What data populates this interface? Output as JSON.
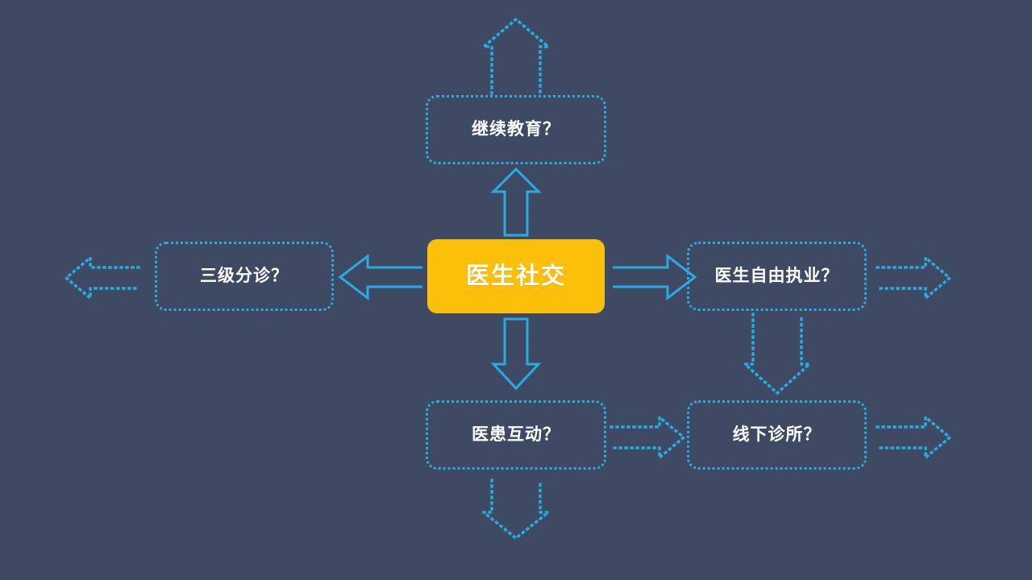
{
  "slide": {
    "background_color": "#3e4a63",
    "accent_color": "#29ABE2",
    "highlight_color": "#FDC00A",
    "text_color": "#ffffff"
  },
  "nodes": {
    "center": {
      "label": "医生社交",
      "style": "filled-orange"
    },
    "top": {
      "label": "继续教育？",
      "style": "dotted-outline"
    },
    "left": {
      "label": "三级分诊？",
      "style": "dotted-outline"
    },
    "right": {
      "label": "医生自由执业？",
      "style": "dotted-outline"
    },
    "bottom": {
      "label": "医患互动？",
      "style": "dotted-outline"
    },
    "bottom_right": {
      "label": "线下诊所？",
      "style": "dotted-outline"
    }
  },
  "arrows": [
    {
      "name": "center-to-top",
      "direction": "up",
      "style": "solid"
    },
    {
      "name": "top-outward",
      "direction": "up",
      "style": "dotted"
    },
    {
      "name": "center-to-left",
      "direction": "left",
      "style": "solid"
    },
    {
      "name": "left-outward",
      "direction": "left",
      "style": "dotted"
    },
    {
      "name": "center-to-right",
      "direction": "right",
      "style": "solid"
    },
    {
      "name": "right-outward",
      "direction": "right",
      "style": "dotted"
    },
    {
      "name": "center-to-bottom",
      "direction": "down",
      "style": "solid"
    },
    {
      "name": "bottom-outward",
      "direction": "down",
      "style": "dotted"
    },
    {
      "name": "right-to-bottom-right",
      "direction": "down",
      "style": "dotted"
    },
    {
      "name": "bottom-to-bottom-right",
      "direction": "right",
      "style": "dotted"
    },
    {
      "name": "bottom-right-outward",
      "direction": "right",
      "style": "dotted"
    }
  ]
}
